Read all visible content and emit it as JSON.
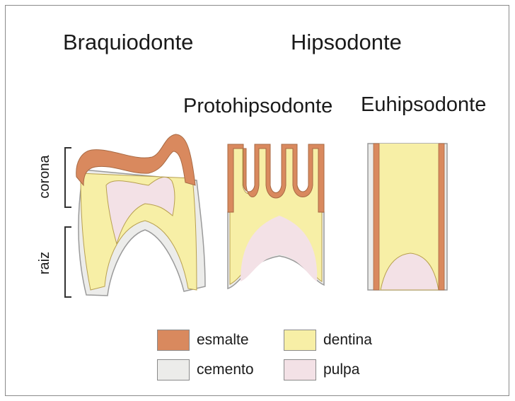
{
  "titles": {
    "braquiodonte": "Braquiodonte",
    "hipsodonte": "Hipsodonte",
    "protohipsodonte": "Protohipsodonte",
    "euhipsodonte": "Euhipsodonte"
  },
  "side_labels": {
    "crown": "corona",
    "root": "raiz"
  },
  "legend": [
    {
      "key": "enamel",
      "label": "esmalte",
      "color": "#d9895e"
    },
    {
      "key": "dentine",
      "label": "dentina",
      "color": "#f7efa6"
    },
    {
      "key": "cementum",
      "label": "cemento",
      "color": "#ececea"
    },
    {
      "key": "pulp",
      "label": "pulpa",
      "color": "#f3e1e6"
    }
  ],
  "colors": {
    "enamel": "#d9895e",
    "dentine": "#f7efa6",
    "cementum": "#ececea",
    "pulp": "#f3e1e6",
    "outline": "#9a9a9a",
    "frame": "#8a8a8a"
  }
}
